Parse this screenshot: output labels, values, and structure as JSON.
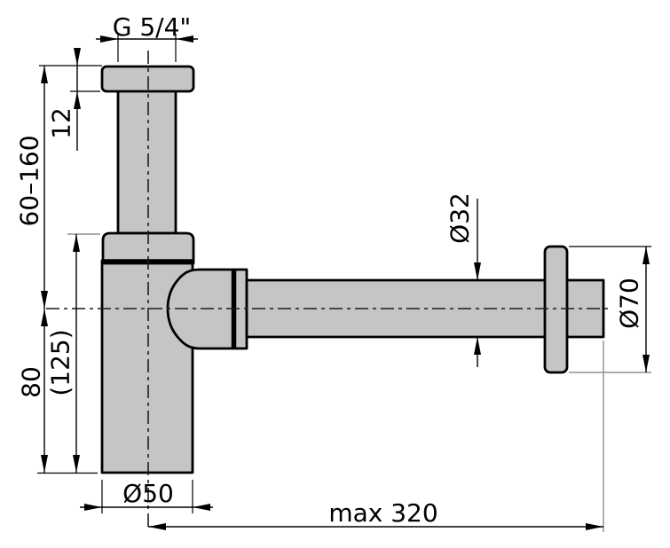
{
  "dimensions": {
    "thread": "G 5/4\"",
    "flange_thickness": "12",
    "adjustable_range": "60–160",
    "body_height": "80",
    "body_height_overall": "(125)",
    "body_diameter": "Ø50",
    "pipe_diameter": "Ø32",
    "rosette_diameter": "Ø70",
    "max_reach": "max 320"
  },
  "colors": {
    "background": "#ffffff",
    "part_fill": "#c5c5c5",
    "outline": "#000000",
    "dimension_lines": "#000000",
    "extension_gray": "#8f8f8f"
  }
}
